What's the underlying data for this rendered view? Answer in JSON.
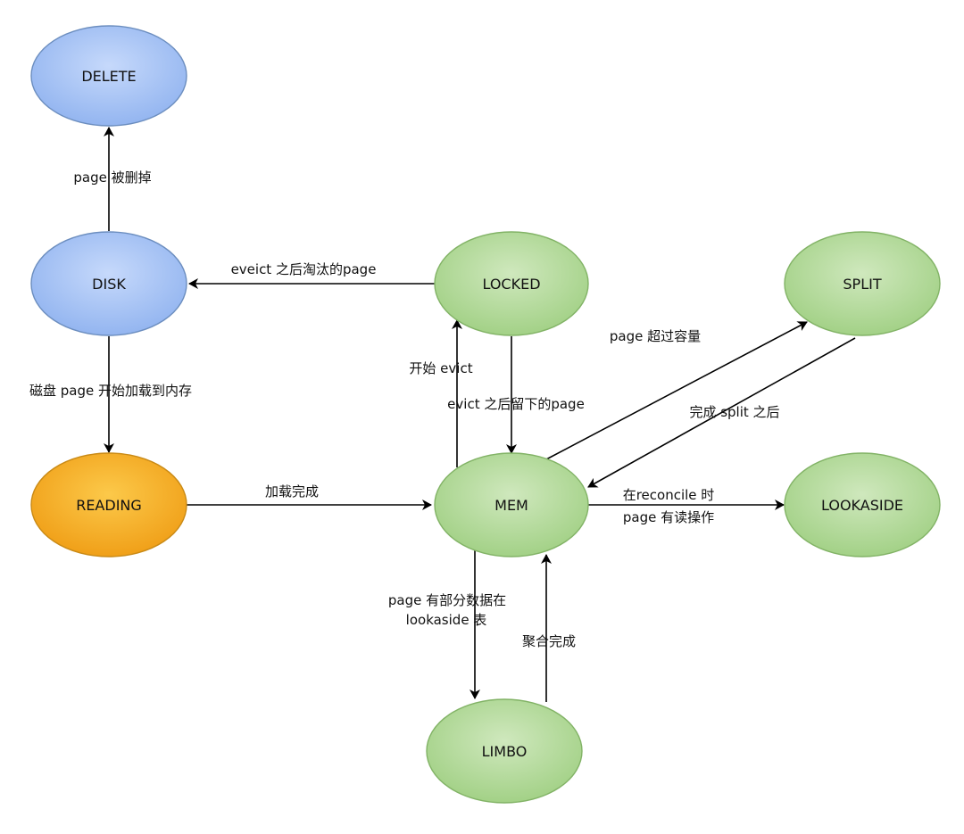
{
  "nodes": {
    "delete": "DELETE",
    "disk": "DISK",
    "reading": "READING",
    "locked": "LOCKED",
    "mem": "MEM",
    "split": "SPLIT",
    "lookaside": "LOOKASIDE",
    "limbo": "LIMBO"
  },
  "node_colors": {
    "blue": "#a4c2f4",
    "orange": "#f6b022",
    "green": "#b5d99c"
  },
  "edges": {
    "disk_to_delete": "page 被删掉",
    "locked_to_disk": "eveict 之后淘汰的page",
    "disk_to_reading": "磁盘 page 开始加载到内存",
    "reading_to_mem": "加载完成",
    "mem_to_locked": "开始 evict",
    "locked_to_mem": "evict 之后留下的page",
    "mem_to_split": "page 超过容量",
    "split_to_mem": "完成 split 之后",
    "mem_to_lookaside_line1": "在reconcile 时",
    "mem_to_lookaside_line2": "page 有读操作",
    "mem_to_limbo_line1": "page 有部分数据在",
    "mem_to_limbo_line2": "lookaside 表",
    "limbo_to_mem": "聚合完成"
  }
}
